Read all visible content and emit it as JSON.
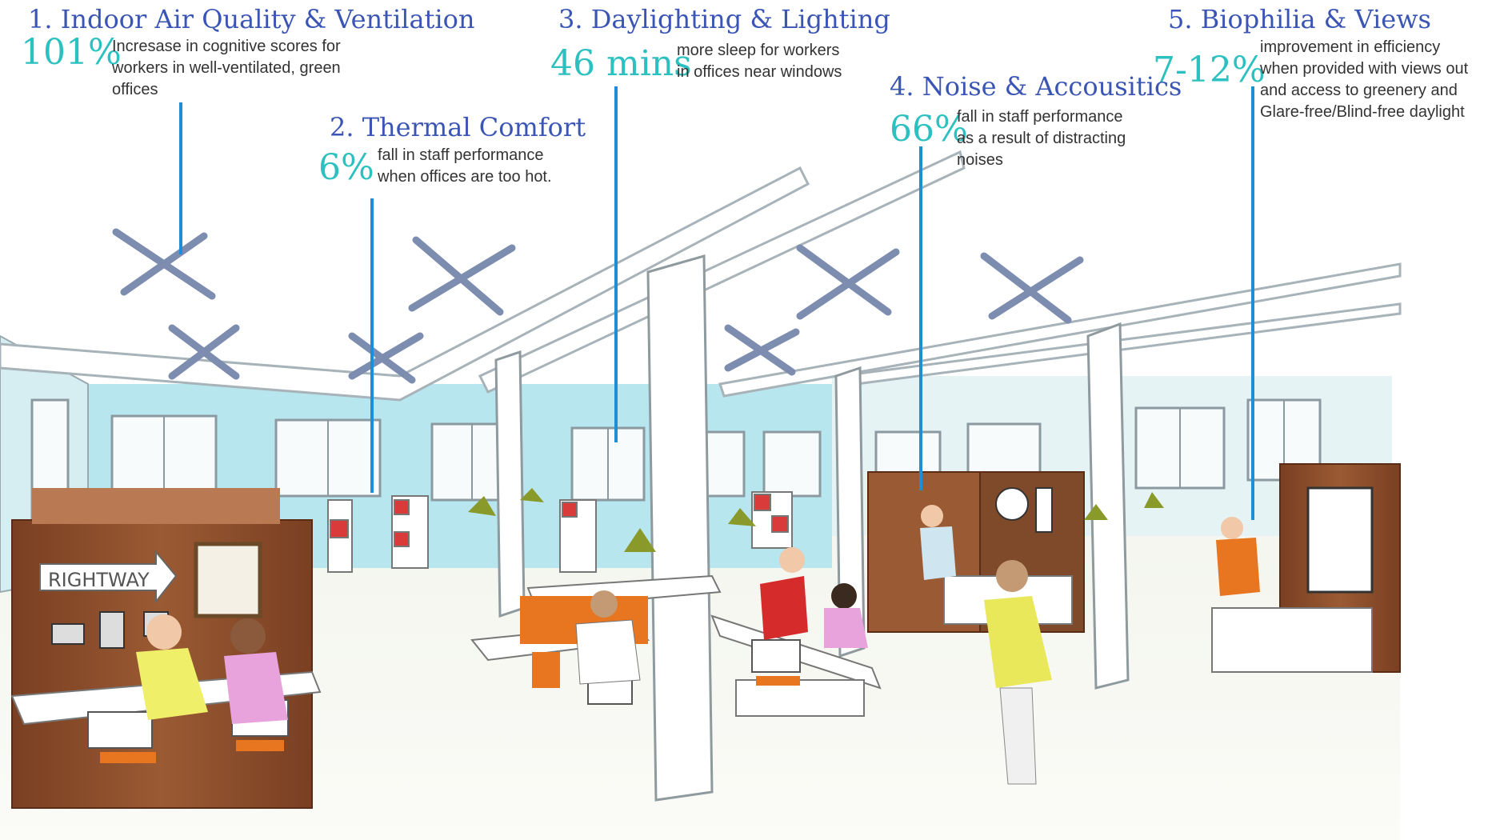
{
  "callouts": [
    {
      "title": "1. Indoor Air Quality & Ventilation",
      "stat": "101%",
      "lines": [
        "Incresase in cognitive scores for",
        "workers in well-ventilated, green",
        "offices"
      ]
    },
    {
      "title": "2. Thermal Comfort",
      "stat": "6%",
      "lines": [
        "fall in staff performance",
        "when offices are too hot."
      ]
    },
    {
      "title": "3. Daylighting & Lighting",
      "stat": "46 mins",
      "lines": [
        "more sleep for workers",
        "in offices near windows"
      ]
    },
    {
      "title": "4. Noise & Accousitics",
      "stat": "66%",
      "lines": [
        "fall in staff performance",
        "as a result of distracting",
        "noises"
      ]
    },
    {
      "title": "5. Biophilia & Views",
      "stat": "7-12%",
      "lines": [
        "improvement in efficiency",
        "when provided with views out",
        "and access to greenery and",
        "Glare-free/Blind-free daylight"
      ]
    }
  ],
  "sign_text": "RIGHTWAY",
  "colors": {
    "title": "#3a55b4",
    "stat": "#2cc0c0",
    "leader": "#1e8ed6",
    "wall": "#a9e3ee",
    "wood": "#8a4b2a",
    "orange": "#e8751f",
    "fan": "#7d8db0"
  }
}
